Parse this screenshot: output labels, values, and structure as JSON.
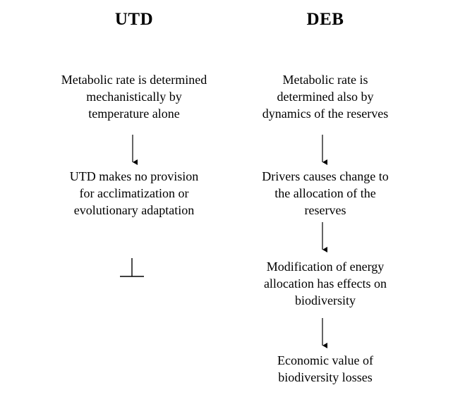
{
  "columns": {
    "left": {
      "title": "UTD",
      "boxes": [
        "Metabolic rate is determined\nmechanistically by\ntemperature alone",
        "UTD makes no provision\nfor acclimatization or\nevolutionary adaptation"
      ]
    },
    "right": {
      "title": "DEB",
      "boxes": [
        "Metabolic rate is\ndetermined also by\ndynamics of the reserves",
        "Drivers causes change to\nthe allocation of the\nreserves",
        "Modification of energy\nallocation has effects on\nbiodiversity",
        "Economic value of\nbiodiversity losses"
      ]
    }
  }
}
